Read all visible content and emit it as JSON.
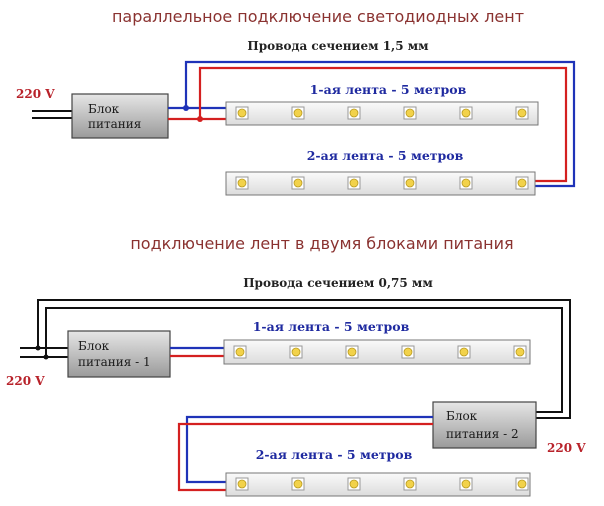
{
  "section1": {
    "title": "параллельное подключение светодиодных лент",
    "wire_caption": "Провода сечением 1,5 мм",
    "voltage": "220 V",
    "psu": {
      "line1": "Блок",
      "line2": "питания"
    },
    "strip1": "1-ая лента - 5 метров",
    "strip2": "2-ая лента - 5 метров"
  },
  "section2": {
    "title": "подключение лент в двумя блоками питания",
    "wire_caption": "Провода сечением 0,75 мм",
    "voltage_left": "220 V",
    "voltage_right": "220 V",
    "psu1": {
      "line1": "Блок",
      "line2": "питания - 1"
    },
    "psu2": {
      "line1": "Блок",
      "line2": "питания - 2"
    },
    "strip1": "1-ая лента - 5 метров",
    "strip2": "2-ая лента - 5 метров"
  },
  "colors": {
    "wire_red": "#d42020",
    "wire_blue": "#1f33b8",
    "wire_black": "#111111",
    "led": "#f2d24a",
    "title": "#8a3230",
    "strip_label": "#1f2aa0"
  },
  "leds_per_strip": 6
}
